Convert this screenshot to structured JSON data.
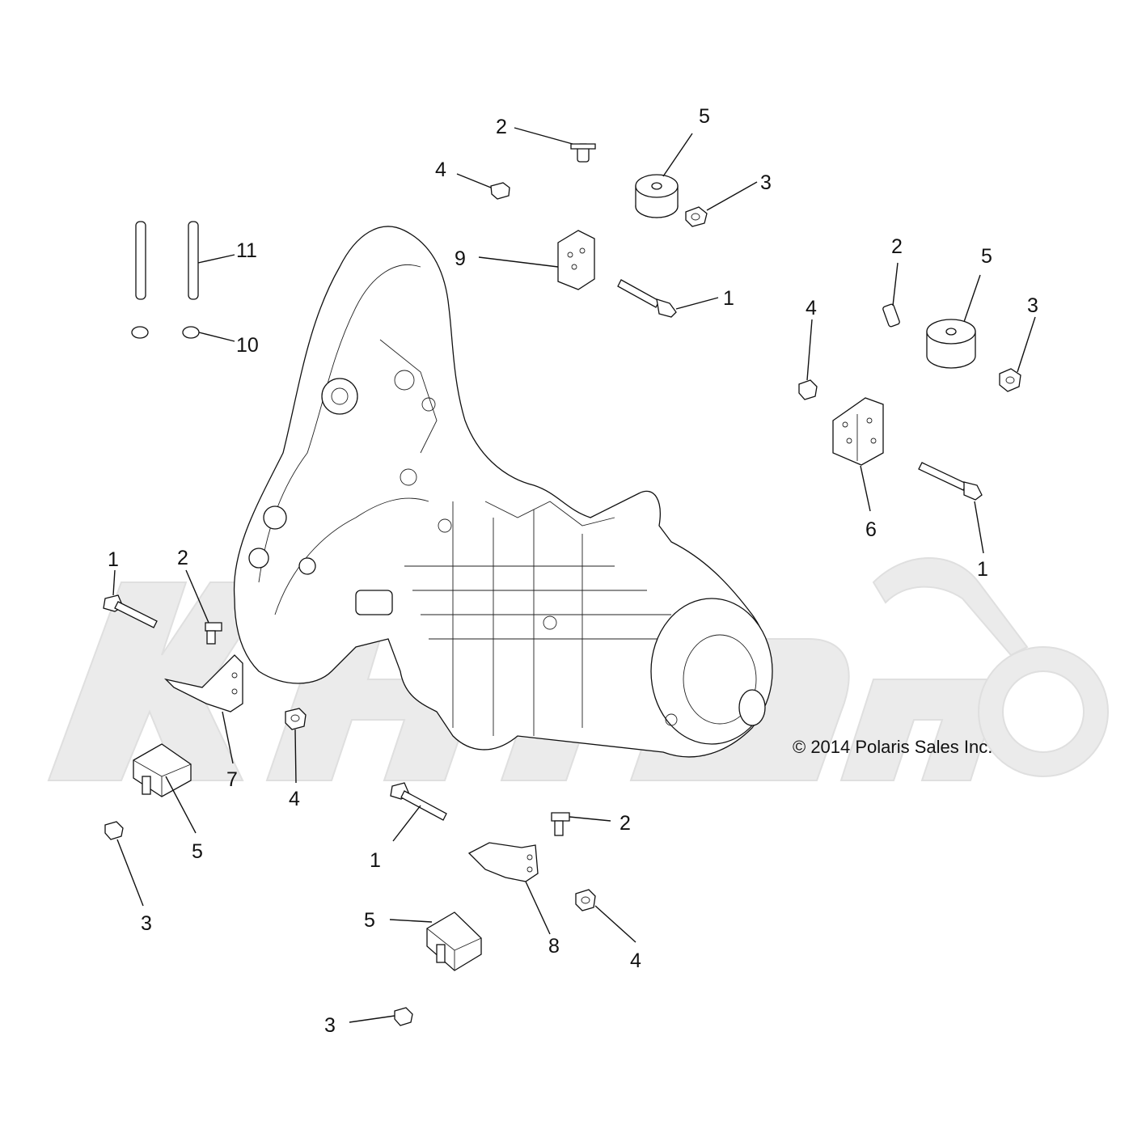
{
  "copyright": "© 2014 Polaris Sales Inc.",
  "callouts": [
    {
      "id": "c-2-top",
      "label": "2"
    },
    {
      "id": "c-5-top",
      "label": "5"
    },
    {
      "id": "c-4-top",
      "label": "4"
    },
    {
      "id": "c-3-top",
      "label": "3"
    },
    {
      "id": "c-9",
      "label": "9"
    },
    {
      "id": "c-1-top",
      "label": "1"
    },
    {
      "id": "c-11",
      "label": "11"
    },
    {
      "id": "c-10",
      "label": "10"
    },
    {
      "id": "c-2-right",
      "label": "2"
    },
    {
      "id": "c-5-right",
      "label": "5"
    },
    {
      "id": "c-3-right",
      "label": "3"
    },
    {
      "id": "c-4-right",
      "label": "4"
    },
    {
      "id": "c-6",
      "label": "6"
    },
    {
      "id": "c-1-right",
      "label": "1"
    },
    {
      "id": "c-1-left",
      "label": "1"
    },
    {
      "id": "c-2-left",
      "label": "2"
    },
    {
      "id": "c-7",
      "label": "7"
    },
    {
      "id": "c-4-mid",
      "label": "4"
    },
    {
      "id": "c-5-left",
      "label": "5"
    },
    {
      "id": "c-3-left",
      "label": "3"
    },
    {
      "id": "c-1-bottom",
      "label": "1"
    },
    {
      "id": "c-2-bottom",
      "label": "2"
    },
    {
      "id": "c-8",
      "label": "8"
    },
    {
      "id": "c-4-bottom",
      "label": "4"
    },
    {
      "id": "c-5-bottom",
      "label": "5"
    },
    {
      "id": "c-3-bottom",
      "label": "3"
    }
  ]
}
